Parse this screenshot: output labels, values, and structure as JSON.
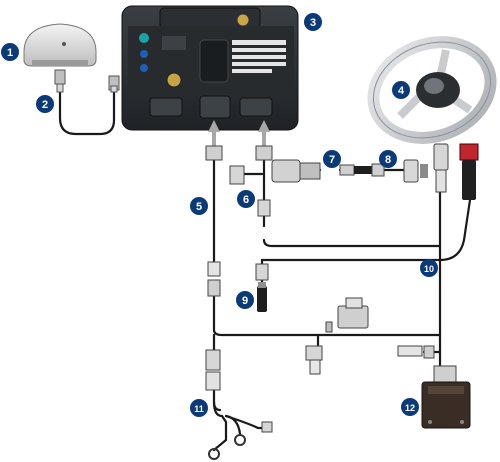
{
  "diagram": {
    "callouts": [
      {
        "label": "1"
      },
      {
        "label": "2"
      },
      {
        "label": "3"
      },
      {
        "label": "4"
      },
      {
        "label": "5"
      },
      {
        "label": "6"
      },
      {
        "label": "7"
      },
      {
        "label": "8"
      },
      {
        "label": "9"
      },
      {
        "label": "10"
      },
      {
        "label": "11"
      },
      {
        "label": "12"
      }
    ],
    "badge_color": "#0b3a78",
    "wire_color": "#1a1a1a",
    "arrow_color": "#a8a8a8"
  }
}
